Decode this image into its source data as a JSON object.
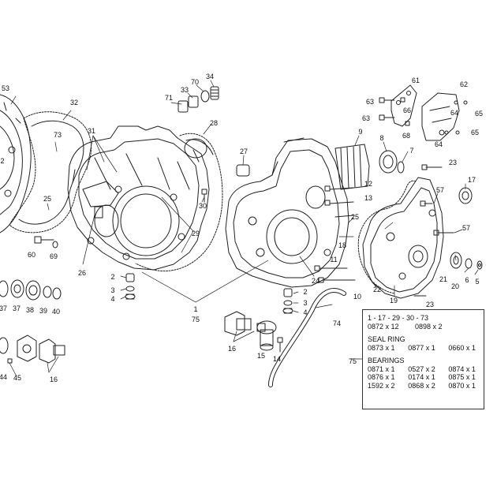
{
  "callouts": {
    "c_53": "53",
    "c_32": "32",
    "c_73a": "73",
    "c_2a": "2",
    "c_25a": "25",
    "c_60": "60",
    "c_69": "69",
    "c_31": "31",
    "c_26": "26",
    "c_71": "71",
    "c_33": "33",
    "c_70": "70",
    "c_34": "34",
    "c_28": "28",
    "c_27": "27",
    "c_30": "30",
    "c_29": "29",
    "c_2b": "2",
    "c_3a": "3",
    "c_4a": "4",
    "c_1": "1",
    "c_75a": "75",
    "c_9": "9",
    "c_8": "8",
    "c_7": "7",
    "c_12": "12",
    "c_13": "13",
    "c_25b": "25",
    "c_18": "18",
    "c_11": "11",
    "c_24": "24",
    "c_10": "10",
    "c_22": "22",
    "c_19": "19",
    "c_23a": "23",
    "c_23b": "23",
    "c_61": "61",
    "c_62": "62",
    "c_63a": "63",
    "c_66": "66",
    "c_64a": "64",
    "c_65a": "65",
    "c_63b": "63",
    "c_68": "68",
    "c_64b": "64",
    "c_65b": "65",
    "c_57a": "57",
    "c_17": "17",
    "c_57b": "57",
    "c_21": "21",
    "c_20": "20",
    "c_6": "6",
    "c_5": "5",
    "c_2c": "2",
    "c_3b": "3",
    "c_4b": "4",
    "c_74": "74",
    "c_16a": "16",
    "c_15": "15",
    "c_14": "14",
    "c_75b": "75",
    "c_37a": "37",
    "c_37b": "37",
    "c_38": "38",
    "c_39": "39",
    "c_40": "40",
    "c_44": "44",
    "c_45": "45",
    "c_16b": "16"
  },
  "legend": {
    "line1": "1 - 17 - 29 - 30 - 73",
    "line2a": "0872 x 12",
    "line2b": "0898 x 2",
    "seal_title": "SEAL RING",
    "seal": [
      "0873 x 1",
      "0877 x 1",
      "0660 x 1"
    ],
    "bearings_title": "BEARINGS",
    "bearings": [
      [
        "0871 x 1",
        "0527 x 2",
        "0874 x 1"
      ],
      [
        "0876 x 1",
        "0174 x 1",
        "0875 x 1"
      ],
      [
        "1592 x 2",
        "0868 x 2",
        "0870 x 1"
      ]
    ]
  }
}
